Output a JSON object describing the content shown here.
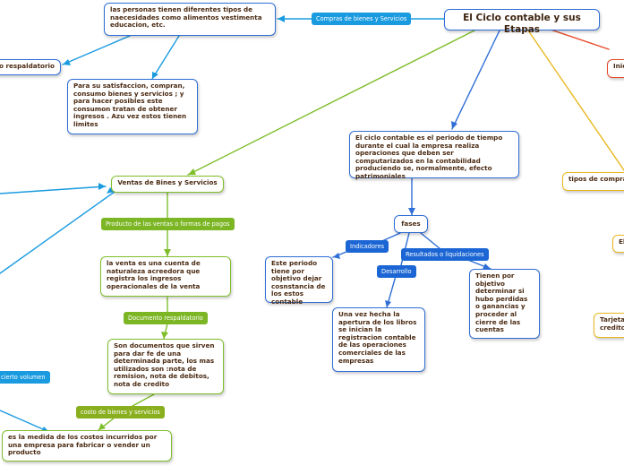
{
  "colors": {
    "blue": "#2f6ed6",
    "blue_light": "#1a9be0",
    "green": "#7fbe2a",
    "yellow": "#e8b820",
    "red": "#e44a2a"
  },
  "root": {
    "title": "El Ciclo contable y sus Etapas"
  },
  "nodes": {
    "personas": "las personas tienen diferentes tipos de naecesidades  como alimentos vestimenta educacion, etc.",
    "respaldatorio_left": "o respaldatorio",
    "satisfaccion": "Para su satisfaccion, compran, consumo bienes y servicios ; y para hacer posibles este consumon tratan de obtener ingresos . Azu vez estos tienen limites",
    "ciclo_definicion": "El ciclo contable es el periodo de tiempo durante el cual la empresa realiza operaciones que deben ser computarizados en la contabilidad produciendo se, normalmente, efecto patrimoniales",
    "fases": "fases",
    "periodo": "Este periodo tiene por objetivo dejar cosnstancia de los estos contable",
    "apertura": "Una vez hecha la apertura de los libros se inician la registracion contable de las operaciones comerciales de las empresas",
    "tienen_por_objetivo": "Tienen por objetivo determinar si hubo perdidas o ganancias y proceder al cierre de las cuentas",
    "ventas": "Ventas de Bines y Servicios",
    "venta_cuenta": "la venta es una cuenta de naturaleza acreedora que registra los ingresos operacionales de la venta",
    "documentos": "Son documentos que sirven para dar fe de una determinada parte, los mas utilizados son :nota de remision, nota de debitos, nota de credito",
    "costos": "es la medida de los costos incurridos por una empresa para fabricar o vender un producto",
    "ini": "Inic",
    "tipos_compra": "tipos de compra",
    "el": "El",
    "tarjeta": "Tarjeta credito"
  },
  "labels": {
    "compras": "Compras de bienes y Servicios",
    "indicadores": "Indicadores",
    "resultados": "Resultados o liquidaciones",
    "desarrollo": "Desarrollo",
    "producto_ventas": "Producto de las ventas o formas de pagos",
    "documento_respaldatorio": "Documento respaldatorio",
    "costo": "costo de bienes y servicios",
    "cierto_volumen": "cierto volumen"
  }
}
